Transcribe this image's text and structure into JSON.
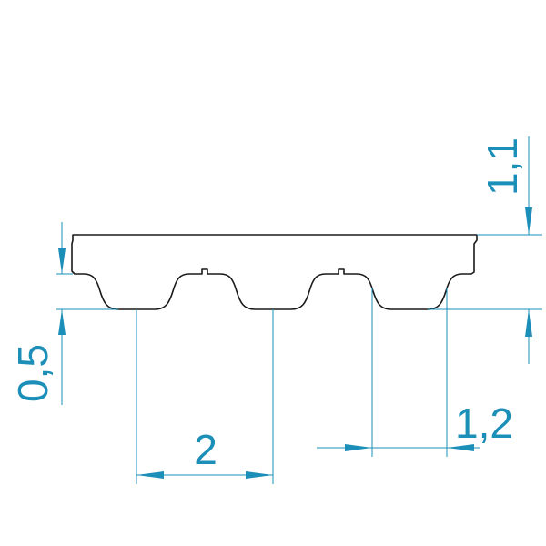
{
  "colors": {
    "dimension": "#1b8fb8",
    "outline": "#1a1a1a",
    "background": "#ffffff"
  },
  "dimensions": {
    "belt_height": "1,1",
    "tooth_height": "0,5",
    "pitch": "2",
    "tooth_width": "1,2"
  }
}
